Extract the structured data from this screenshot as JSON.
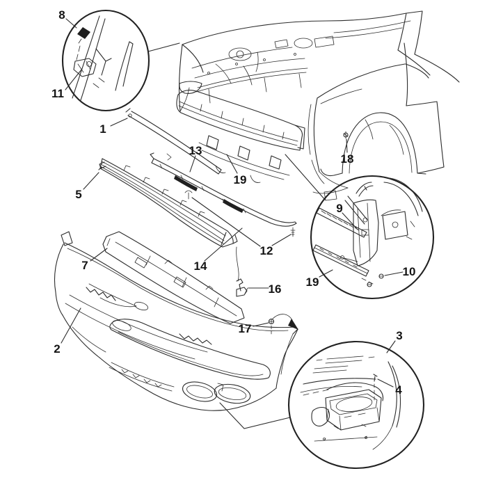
{
  "figure": {
    "description_label": "exploded-parts-diagram",
    "colors": {
      "background": "#ffffff",
      "line": "#2b2b2b",
      "label": "#141414"
    },
    "callouts": [
      {
        "label": "8"
      },
      {
        "label": "11"
      },
      {
        "label": "1"
      },
      {
        "label": "13"
      },
      {
        "label": "19"
      },
      {
        "label": "18"
      },
      {
        "label": "5"
      },
      {
        "label": "12"
      },
      {
        "label": "14"
      },
      {
        "label": "16"
      },
      {
        "label": "7"
      },
      {
        "label": "2"
      },
      {
        "label": "17"
      },
      {
        "label": "9"
      },
      {
        "label": "19"
      },
      {
        "label": "10"
      },
      {
        "label": "3"
      },
      {
        "label": "4"
      }
    ]
  }
}
